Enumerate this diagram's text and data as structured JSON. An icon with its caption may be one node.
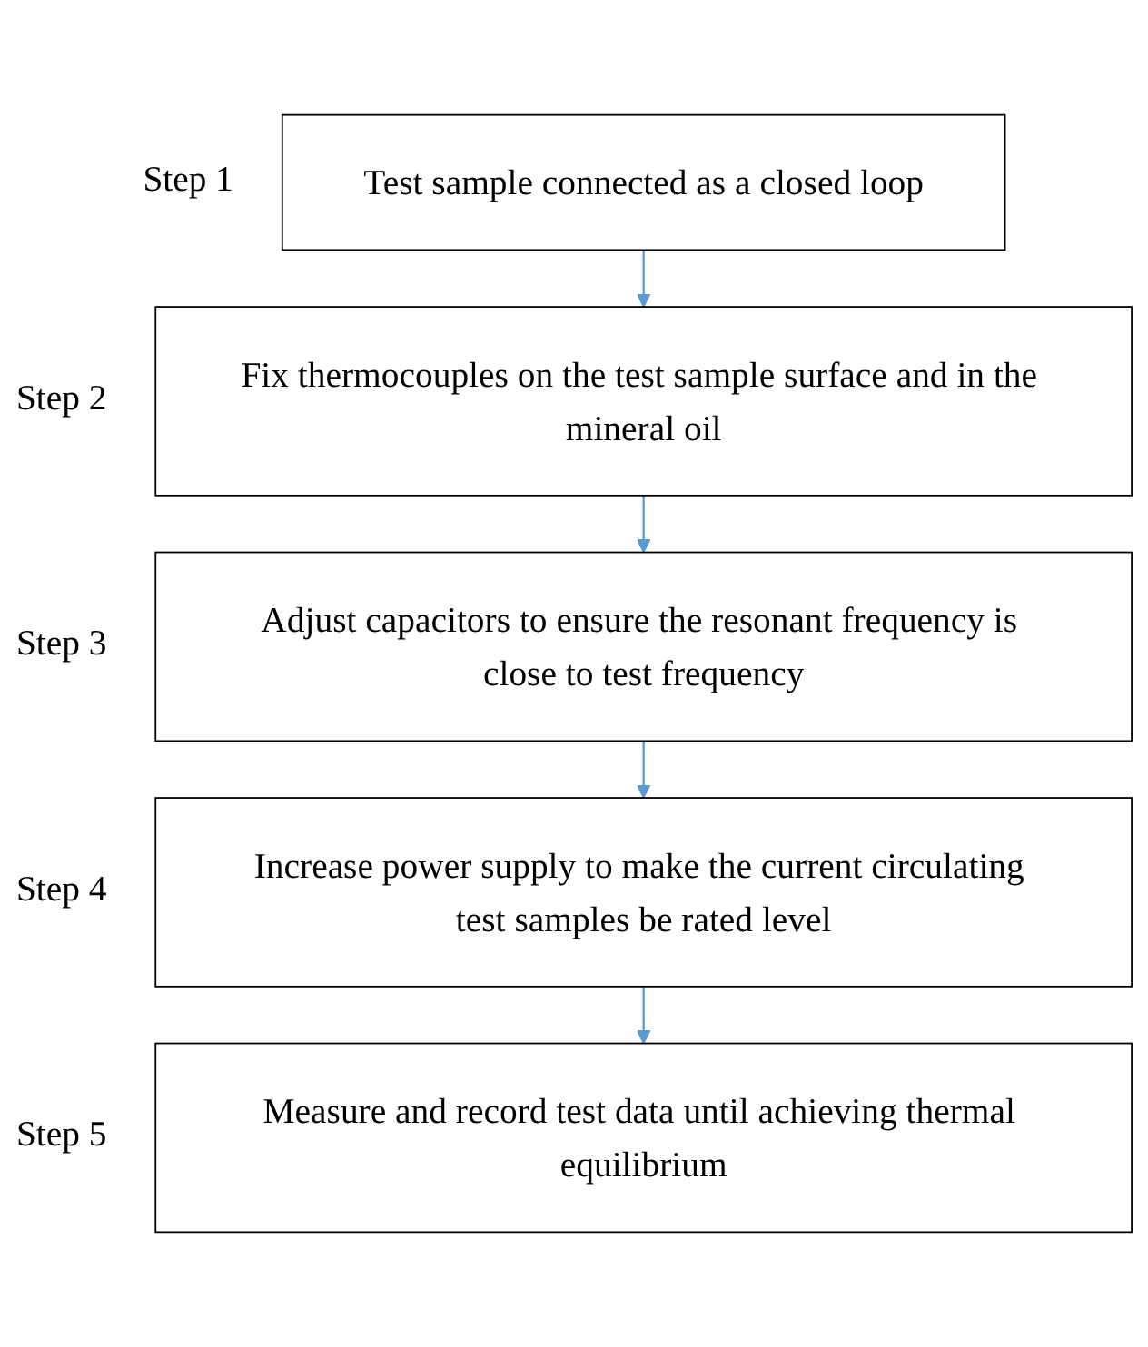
{
  "diagram": {
    "nodes": [
      {
        "text": [
          "Test sample connected as a closed loop"
        ],
        "beside": [
          "Step 1"
        ]
      },
      {
        "text": [
          "Fix thermocouples on the test sample surface and in the mineral oil"
        ],
        "beside": [
          "Step 2"
        ]
      },
      {
        "text": [
          "Adjust capacitors to ensure the resonant frequency is close to test frequency"
        ],
        "beside": [
          "Step 3"
        ]
      },
      {
        "text": [
          "Increase power supply to make the current circulating test samples be rated level"
        ],
        "beside": [
          "Step 4"
        ]
      },
      {
        "text": [
          "Measure and record test data until achieving thermal equilibrium"
        ],
        "beside": [
          "Step 5"
        ]
      }
    ],
    "edges": [
      {
        "from": 0,
        "to": 1,
        "arrow": "to"
      },
      {
        "from": 1,
        "to": 2,
        "arrow": "to"
      },
      {
        "from": 2,
        "to": 3,
        "arrow": "to"
      },
      {
        "from": 3,
        "to": 4,
        "arrow": "to"
      }
    ]
  }
}
